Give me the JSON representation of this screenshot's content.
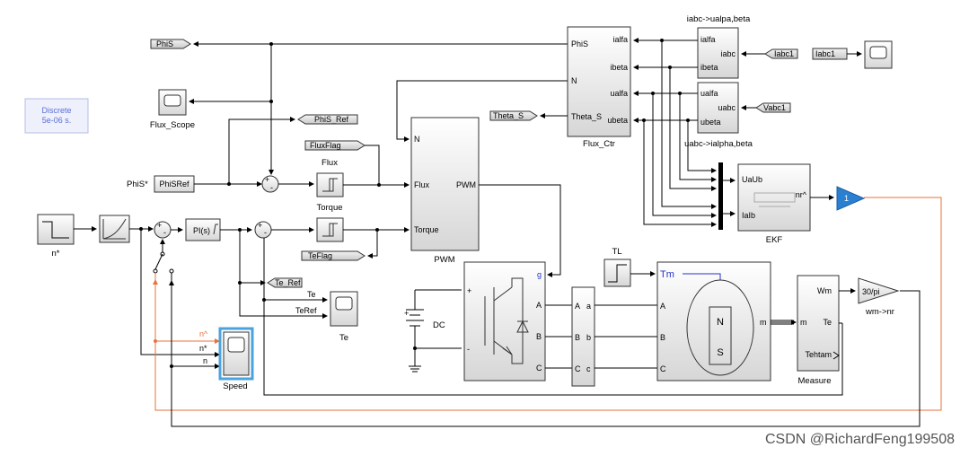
{
  "watermark": "CSDN @RichardFeng199508",
  "solver": {
    "line1": "Discrete",
    "line2": "5e-06 s."
  },
  "tags": {
    "phis_goto": "PhiS",
    "phis_ref_goto": "PhiS_Ref",
    "fluxflag_goto": "FluxFlag",
    "teflag_goto": "TeFlag",
    "te_ref_goto": "Te_Ref",
    "theta_s_goto": "Theta_S",
    "iabc1_from": "Iabc1",
    "vabc1_from": "Vabc1",
    "iabc1_goto": "Iabc1"
  },
  "labels": {
    "flux_scope": "Flux_Scope",
    "phis_star": "PhiS*",
    "phisref_const": "PhiSRef",
    "n_star_block": "n*",
    "pi_block": "PI(s)",
    "flux_label": "Flux",
    "torque_label": "Torque",
    "pwm_block": "PWM",
    "pwm_in_n": "N",
    "pwm_in_flux": "Flux",
    "pwm_in_torque": "Torque",
    "pwm_out": "PWM",
    "flux_ctr": "Flux_Ctr",
    "fc_phis": "PhiS",
    "fc_n": "N",
    "fc_theta": "Theta_S",
    "fc_ialfa": "ialfa",
    "fc_ibeta": "ibeta",
    "fc_ualfa": "ualfa",
    "fc_ubeta": "ubeta",
    "iabc_title": "iabc->ualpa,beta",
    "uabc_title": "uabc->ialpha,beta",
    "t1_ialfa": "ialfa",
    "t1_iabc": "iabc",
    "t1_ibeta": "ibeta",
    "t2_ualfa": "ualfa",
    "t2_uabc": "uabc",
    "t2_ubeta": "ubeta",
    "ekf": "EKF",
    "ekf_uaub": "UaUb",
    "ekf_iaib": "IaIb",
    "ekf_nr": "nr^",
    "gain_1": "1",
    "tl": "TL",
    "dc": "DC",
    "inv_g": "g",
    "inv_a": "A",
    "inv_b": "B",
    "inv_c": "C",
    "mid_A": "A",
    "mid_B": "B",
    "mid_C": "C",
    "mid_a": "a",
    "mid_b": "b",
    "mid_c": "c",
    "mot_tm": "Tm",
    "mot_a": "A",
    "mot_b": "B",
    "mot_c": "C",
    "mot_m": "m",
    "mot_N": "N",
    "mot_S": "S",
    "measure": "Measure",
    "meas_m": "m",
    "meas_wm": "Wm",
    "meas_te": "Te",
    "meas_tehtam": "Tehtam",
    "gain_30pi": "30/pi",
    "wm_nr": "wm->nr",
    "te_scope": "Te",
    "te_sig": "Te",
    "teref_sig": "TeRef",
    "speed": "Speed",
    "sp_nhat": "n^",
    "sp_nstar": "n*",
    "sp_n": "n",
    "dc_plus": "+",
    "dc_minus": "-"
  },
  "colors": {
    "accent_orange": "#e8723a",
    "speed_highlight": "#4aa3df",
    "gain_blue": "#2a7fd0",
    "solver_text": "#5a6fd6"
  }
}
